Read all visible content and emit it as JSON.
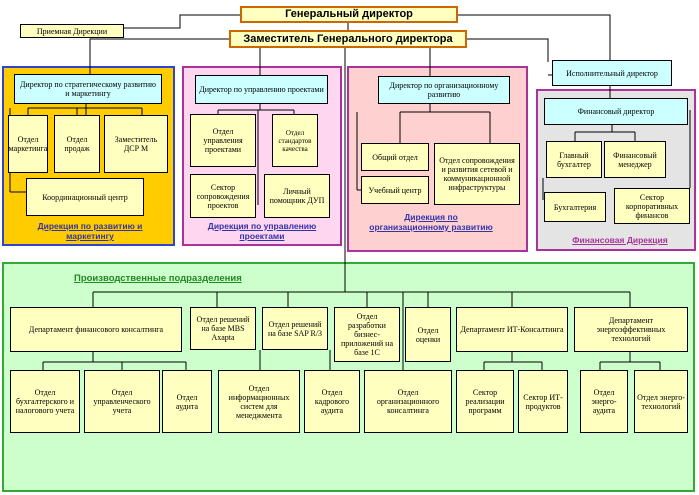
{
  "top": {
    "general_director": "Генеральный директор",
    "deputy_director": "Заместитель Генерального директора",
    "reception": "Приемная Дирекции",
    "executive_director": "Исполнительный директор"
  },
  "strategy": {
    "director": "Директор по стратегическому развитию и маркетингу",
    "marketing": "Отдел маркетинга",
    "sales": "Отдел продаж",
    "dsr_deputy": "Заместитель ДСР М",
    "coordination": "Координационный центр",
    "caption": "Дирекция по развитию и маркетингу"
  },
  "projects": {
    "director": "Директор по управлению проектами",
    "pm_office": "Отдел управления проектами",
    "standards": "Отдел стандартов качества",
    "support_sector": "Сектор сопровождения проектов",
    "personal_assistant": "Личный помощник ДУП",
    "caption": "Дирекция по управлению проектами"
  },
  "org_dev": {
    "director": "Директор по организационному развитию",
    "general_dept": "Общий отдел",
    "training_center": "Учебный центр",
    "network_dept": "Отдел сопровождения и развития сетевой и коммуникационной инфраструктуры",
    "caption": "Дирекция по организационному развитию"
  },
  "finance": {
    "director": "Финансовый директор",
    "chief_accountant": "Главный бухгалтер",
    "fin_manager": "Финансовый менеджер",
    "accounting": "Бухгалтерия",
    "corp_finance": "Сектор корпоративных финансов",
    "caption": "Финансовая Дирекция"
  },
  "production": {
    "caption": "Производственные подразделения",
    "fin_consulting": "Департамент финансового консалтинга",
    "mbs": "Отдел решений на базе MBS Axapta",
    "sap": "Отдел решений на базе SAP R/3",
    "onec": "Отдел разработки бизнес-приложений на базе 1С",
    "valuation": "Отдел оценки",
    "it_consulting": "Департамент ИТ-Консалтинга",
    "energy": "Департамент энергоэффективных технологий",
    "accounting_tax": "Отдел бухгалтерского и налогового учета",
    "mgmt_accounting": "Отдел управленческого учета",
    "audit": "Отдел аудита",
    "info_systems": "Отдел информационных систем для менеджмента",
    "hr_audit": "Отдел кадрового аудита",
    "org_consulting": "Отдел организационного консалтинга",
    "program_sector": "Сектор реализации программ",
    "it_products": "Сектор ИТ-продуктов",
    "energy_audit": "Отдел энерго-аудита",
    "energy_tech": "Отдел энерго-технологий"
  },
  "colors": {
    "strategy_panel": "#ffcc00",
    "projects_panel": "#ffd6f0",
    "org_panel": "#ffd0d0",
    "finance_panel": "#e4e4e4",
    "production_panel": "#ccffcc",
    "director_box": "#ccffff",
    "unit_box": "#ffffc0",
    "caption_blue": "#3333aa",
    "caption_green": "#228822"
  }
}
